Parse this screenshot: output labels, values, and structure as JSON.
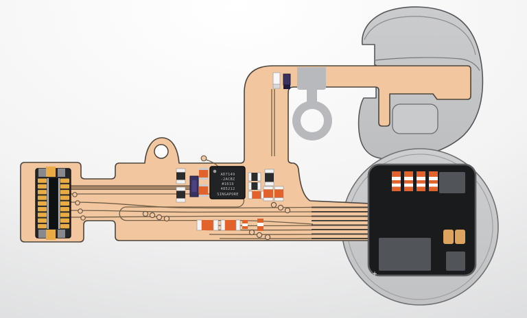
{
  "ic_chip": {
    "lines": [
      "AD7149",
      "-2ACBZ",
      "#1619",
      "485212",
      "SINGAPORE"
    ]
  },
  "black_module": {
    "plus_mark": "+"
  },
  "icons": {
    "mounting_hole": "circle-cutout",
    "ring_tab": "grounding-ring",
    "pin1_marker": "dot"
  },
  "colors": {
    "flex": "#f2c69e",
    "flex_outline": "#4c443d",
    "trace": "#6a5842",
    "ribbon_trace": "#3e3a35",
    "housing": "#c5c6c8",
    "housing_outline": "#56575b",
    "circle_fill": "#c8c9cb",
    "circle_outline": "#6f7073",
    "module_black": "#1a1b1d",
    "module_rim": "#5b5d60",
    "shield_gray": "#515458",
    "orange": "#e2622b",
    "gold": "#e9ab43",
    "gold_pad": "#dca45e",
    "connector_dark": "#26272a",
    "ring_tab": "#b8b9bc",
    "navy": "#3a3260",
    "white_cap": "#f2f2f2"
  }
}
